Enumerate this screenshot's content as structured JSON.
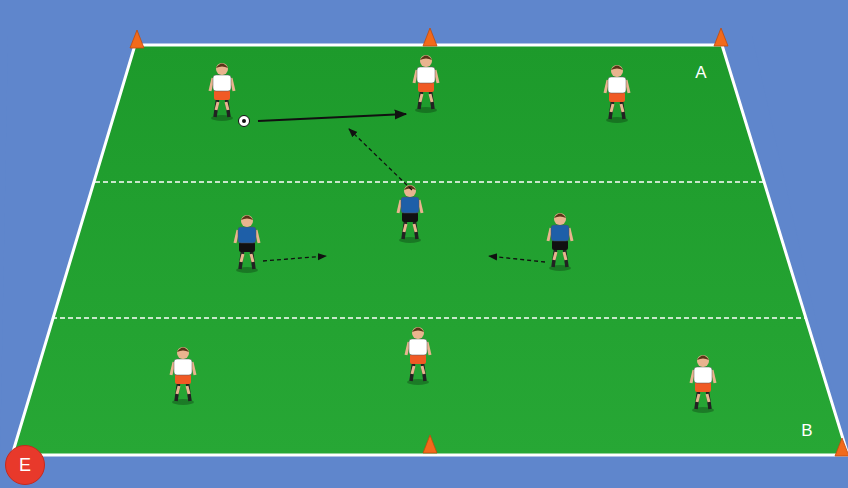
{
  "diagram": {
    "nodes": [
      {
        "text": [
          "E"
        ]
      }
    ],
    "labels": [
      "A",
      "B"
    ]
  }
}
